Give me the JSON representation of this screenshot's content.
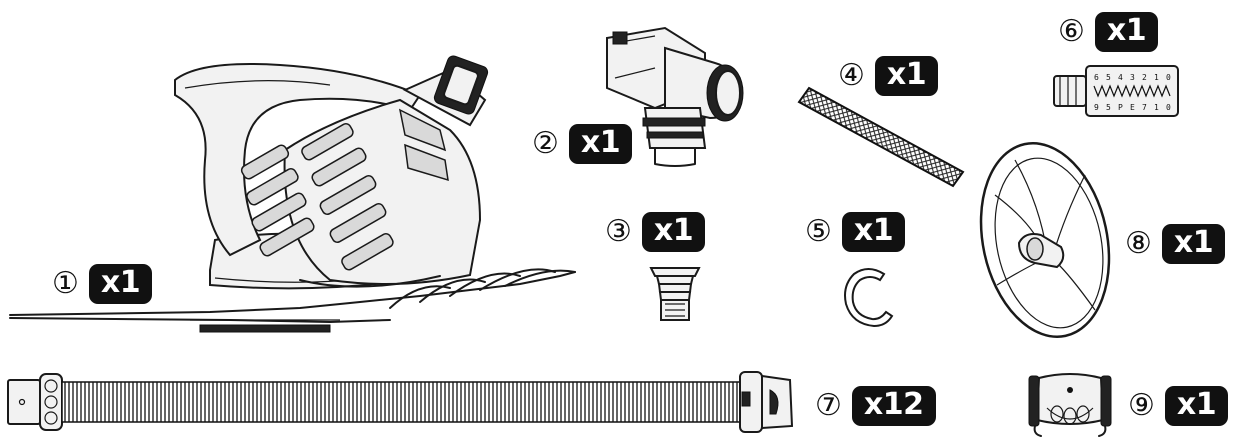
{
  "parts": [
    {
      "number": "①",
      "quantity": "x1",
      "icon": "pool-cleaner-icon"
    },
    {
      "number": "②",
      "quantity": "x1",
      "icon": "elbow-connector-icon"
    },
    {
      "number": "③",
      "quantity": "x1",
      "icon": "adapter-cone-icon"
    },
    {
      "number": "④",
      "quantity": "x1",
      "icon": "mesh-tube-icon"
    },
    {
      "number": "⑤",
      "quantity": "x1",
      "icon": "c-clip-icon"
    },
    {
      "number": "⑥",
      "quantity": "x1",
      "icon": "flow-regulator-icon"
    },
    {
      "number": "⑦",
      "quantity": "x12",
      "icon": "hose-section-icon"
    },
    {
      "number": "⑧",
      "quantity": "x1",
      "icon": "disc-deflector-icon"
    },
    {
      "number": "⑨",
      "quantity": "x1",
      "icon": "weight-clip-icon"
    }
  ],
  "regulator_scale": {
    "top": [
      "6",
      "5",
      "4",
      "3",
      "2",
      "1",
      "0"
    ],
    "bottom": [
      "9",
      "5",
      "P",
      "E",
      "7",
      "1",
      "0"
    ]
  }
}
